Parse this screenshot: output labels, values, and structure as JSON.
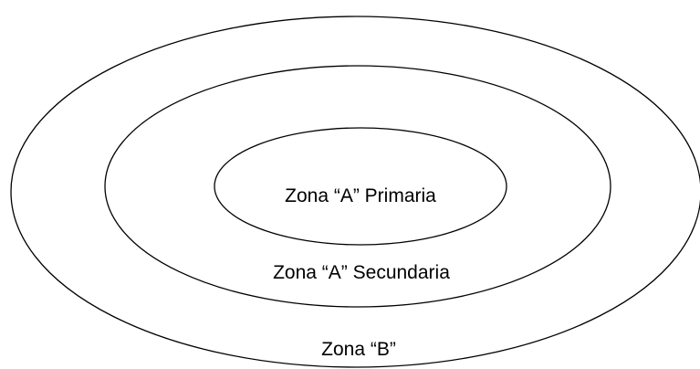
{
  "diagram": {
    "zones": {
      "outer": {
        "label": "Zona “B”"
      },
      "middle": {
        "label": "Zona “A” Secundaria"
      },
      "inner": {
        "label": "Zona “A” Primaria"
      }
    },
    "colors": {
      "stroke": "#000000",
      "text": "#000000",
      "background": "#ffffff"
    }
  }
}
